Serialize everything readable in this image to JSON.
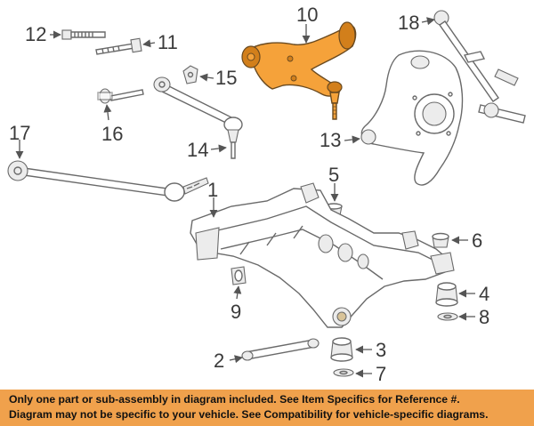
{
  "callouts": {
    "c1": "1",
    "c2": "2",
    "c3": "3",
    "c4": "4",
    "c5": "5",
    "c6": "6",
    "c7": "7",
    "c8": "8",
    "c9": "9",
    "c10": "10",
    "c11": "11",
    "c12": "12",
    "c13": "13",
    "c14": "14",
    "c15": "15",
    "c16": "16",
    "c17": "17",
    "c18": "18"
  },
  "highlighted_part": "10",
  "colors": {
    "highlight": "#f5a23a",
    "banner": "#f0a14c",
    "line": "#6a6a6a"
  },
  "notice": {
    "line1": "Only one part or sub-assembly in diagram included. See Item Specifics for Reference #.",
    "line2": "Diagram may not be specific to your vehicle. See Compatibility for vehicle-specific diagrams."
  }
}
